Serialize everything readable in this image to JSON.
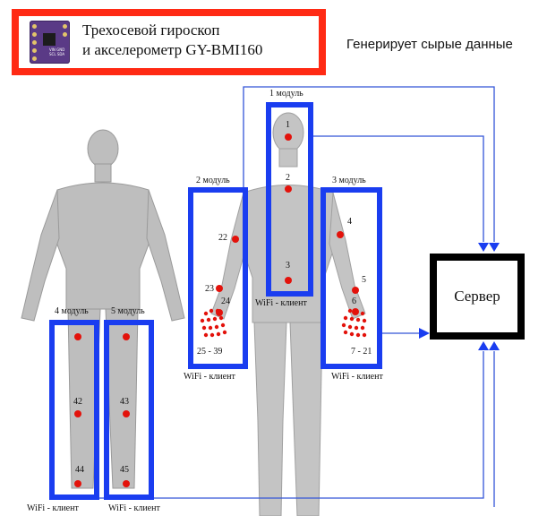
{
  "header": {
    "title_line1": "Трехосевой гироскоп",
    "title_line2": "и акселерометр GY-BMI160",
    "note": "Генерирует сырые данные",
    "board_text": "VIN GND SCL SDA"
  },
  "server": {
    "label": "Сервер"
  },
  "modules": [
    {
      "name": "1 модуль",
      "client": "WiFi - клиент"
    },
    {
      "name": "2 модуль",
      "client": "WiFi - клиент"
    },
    {
      "name": "3 модуль",
      "client": "WiFi - клиент"
    },
    {
      "name": "4 модуль",
      "client": "WiFi - клиент"
    },
    {
      "name": "5 модуль",
      "client": "WiFi - клиент"
    }
  ],
  "points": [
    "1",
    "2",
    "3",
    "4",
    "5",
    "6",
    "22",
    "23",
    "24",
    "42",
    "43",
    "44",
    "45"
  ],
  "ranges": [
    "25 - 39",
    "7 - 21"
  ],
  "colors": {
    "module": "#1a3df0",
    "line": "#3355d8",
    "sensor": "#e3120b",
    "header": "#ff2a14",
    "body": "#bdbdbd"
  }
}
